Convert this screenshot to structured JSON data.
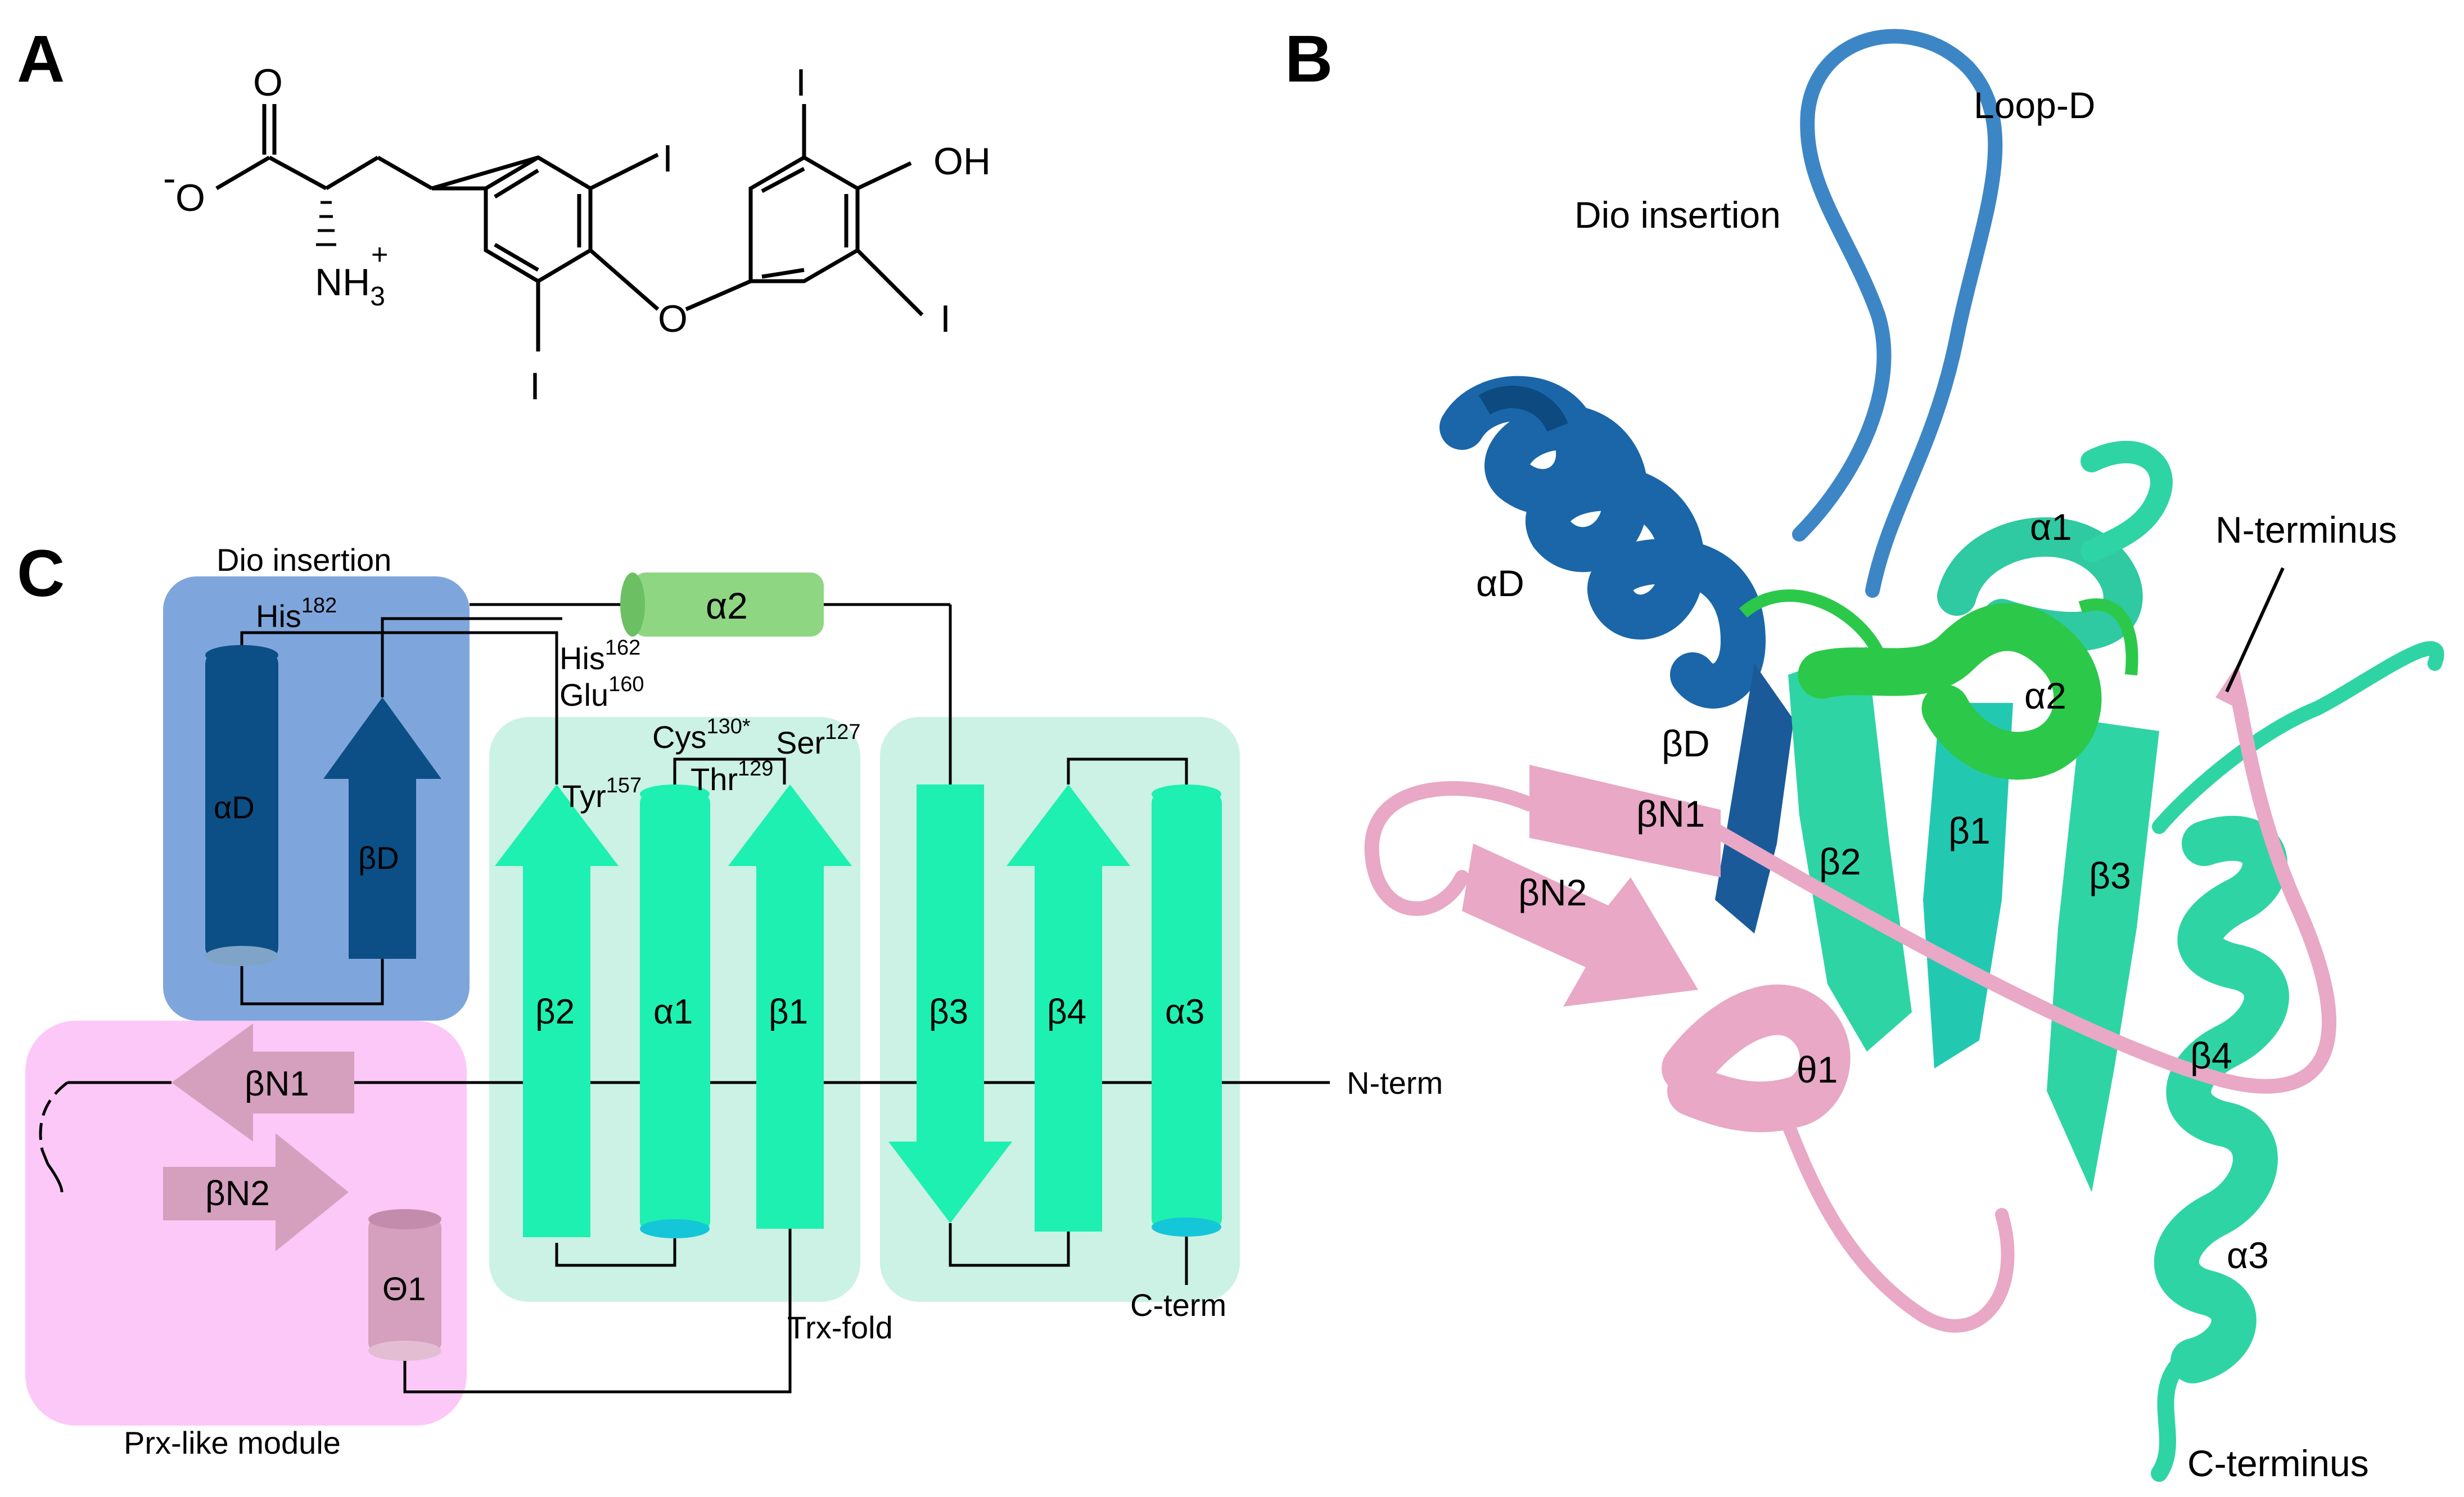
{
  "panels": {
    "a": "A",
    "b": "B",
    "c": "C"
  },
  "molecule": {
    "oxygen_carbonyl": "O",
    "carboxylate_minus": "-",
    "carboxylate_o": "O",
    "amine": "NH",
    "amine_sub": "3",
    "amine_plus": "+",
    "iodine_1": "I",
    "iodine_2": "I",
    "iodine_3": "I",
    "iodine_4": "I",
    "ether_o": "O",
    "hydroxyl": "OH"
  },
  "topology": {
    "dio_insertion": "Dio insertion",
    "prx_module": "Prx-like module",
    "trx_fold": "Trx-fold",
    "n_term": "N-term",
    "c_term": "C-term",
    "alpha2": "α2",
    "alphaD": "αD",
    "betaD": "βD",
    "beta2": "β2",
    "alpha1": "α1",
    "beta1": "β1",
    "beta3": "β3",
    "beta4": "β4",
    "alpha3": "α3",
    "betaN1": "βN1",
    "betaN2": "βN2",
    "theta1": "Θ1",
    "residues": {
      "his182": {
        "name": "His",
        "num": "182"
      },
      "his162": {
        "name": "His",
        "num": "162"
      },
      "glu160": {
        "name": "Glu",
        "num": "160"
      },
      "cys130": {
        "name": "Cys",
        "num": "130*"
      },
      "ser127": {
        "name": "Ser",
        "num": "127"
      },
      "tyr157": {
        "name": "Tyr",
        "num": "157"
      },
      "thr129": {
        "name": "Thr",
        "num": "129"
      }
    }
  },
  "structure": {
    "loop_d": "Loop-D",
    "dio_insertion": "Dio insertion",
    "n_terminus": "N-terminus",
    "c_terminus": "C-terminus",
    "alphaD": "αD",
    "alpha1": "α1",
    "alpha2": "α2",
    "betaD": "βD",
    "betaN1": "βN1",
    "betaN2": "βN2",
    "beta1": "β1",
    "beta2": "β2",
    "beta3": "β3",
    "beta4": "β4",
    "theta1": "θ1",
    "alpha3": "α3"
  },
  "colors": {
    "dio_box": "#7fa6dc",
    "prx_box": "#fcc8f8",
    "trx_box": "#cbf2e4",
    "trx_element": "#1df0b0",
    "alpha2_fill": "#8ed682",
    "dio_element": "#0b4f86",
    "prx_element": "#d4a0bd",
    "cartoon_teal": "#2fd4a4",
    "cartoon_blue": "#1a66a8",
    "cartoon_green": "#2cc84a",
    "cartoon_pink": "#e8a8c6"
  }
}
